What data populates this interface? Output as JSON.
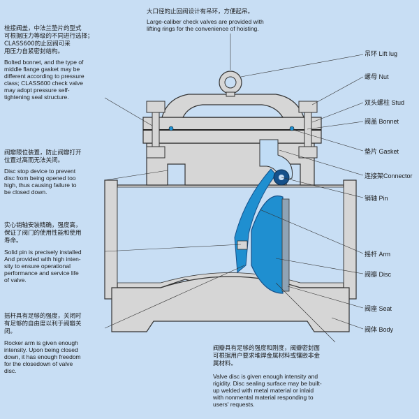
{
  "top_note": {
    "cn": "大口径的止回阀设计有吊环，方便起吊。",
    "en": "Large-caliber check valves are provided with\nlifting rings for the convenience of hoisting."
  },
  "left_notes": {
    "bonnet": {
      "cn": "栓接阀盖，中法兰垫片的型式\n可根据压力等级的不同进行选择；\nCLASS600的止回阀可采\n用压力自紧密封结构。",
      "en": "Bolted bonnet, and the type of\nmiddle flange gasket may be\ndifferent according to pressure\nclass; CLASS600 check valve\nmay adopt pressure self-\ntightening seal structure."
    },
    "disc_stop": {
      "cn": "阀瓣限位装置，防止阀瓣打开\n位置过高而无法关闭。",
      "en": "Disc stop device to prevent\ndisc from being opened too\nhigh, thus causing failure to\nbe closed down."
    },
    "solid_pin": {
      "cn": "实心销轴安装精确，强度高，\n保证了阀门的使用性能和使用\n寿命。",
      "en": "Solid pin is precisely installed\nAnd provided with high inten-\nsity to ensure operational\nperformance and service life\nof valve."
    },
    "rocker_arm": {
      "cn": "摇杆具有足够的强度，关闭时\n有足够的自由度以利于阀瓣关\n闭。",
      "en": "Rocker arm is given enough\nintensity. Upon being closed\ndown, it has enough freedom\nfor the closedown of valve\ndisc."
    }
  },
  "bottom_note": {
    "cn": "阀瓣具有足够的强度和刚度，阀瓣密封面\n可根据用户要求堆焊金属材料或镶嵌非金\n属材料。",
    "en": "Valve disc is given enough intensity and\nrigidity. Disc sealing surface may be built-\nup welded with metal material or inlaid\nwith nonmental material responding to\nusers' requests."
  },
  "part_labels": {
    "lift_lug": "吊环 Lift lug",
    "nut": "螺母 Nut",
    "stud": "双头螺柱 Stud",
    "bonnet": "阀盖 Bonnet",
    "gasket": "垫片 Gasket",
    "connector": "连接架Connector",
    "pin": "销轴 Pin",
    "arm": "摇杆 Arm",
    "disc": "阀瓣 Disc",
    "seat": "阀座 Seat",
    "body": "阀体 Body"
  },
  "colors": {
    "background": "#c8def4",
    "metal": "#d6d6d6",
    "outline": "#333333",
    "disc_blue": "#1f8fd0",
    "dark_blue": "#15508a"
  }
}
